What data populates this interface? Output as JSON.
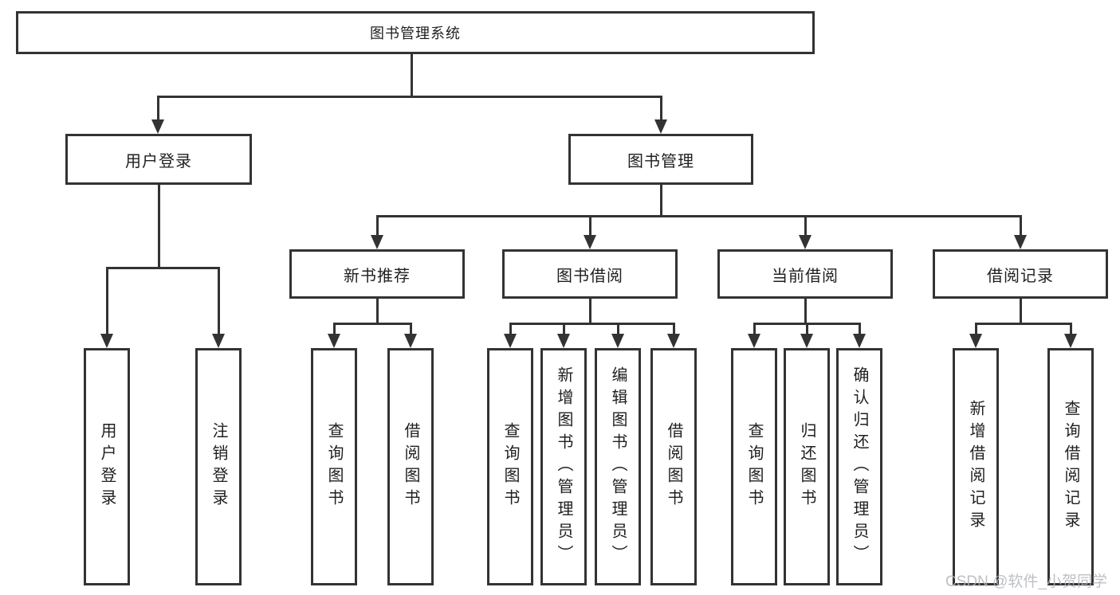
{
  "diagram": {
    "root": {
      "label": "图书管理系统"
    },
    "user_login": {
      "label": "用户登录",
      "children": [
        {
          "label": "用户登录"
        },
        {
          "label": "注销登录"
        }
      ]
    },
    "book_mgmt": {
      "label": "图书管理",
      "sections": [
        {
          "label": "新书推荐",
          "children": [
            {
              "label": "查询图书"
            },
            {
              "label": "借阅图书"
            }
          ]
        },
        {
          "label": "图书借阅",
          "children": [
            {
              "label": "查询图书"
            },
            {
              "label": "新增图书（管理员）"
            },
            {
              "label": "编辑图书（管理员）"
            },
            {
              "label": "借阅图书"
            }
          ]
        },
        {
          "label": "当前借阅",
          "children": [
            {
              "label": "查询图书"
            },
            {
              "label": "归还图书"
            },
            {
              "label": "确认归还（管理员）"
            }
          ]
        },
        {
          "label": "借阅记录",
          "children": [
            {
              "label": "新增借阅记录"
            },
            {
              "label": "查询借阅记录"
            }
          ]
        }
      ]
    }
  },
  "watermark": {
    "text": "CSDN @软件_小贺同学"
  },
  "colors": {
    "line": "#333333",
    "text": "#1f1f1f",
    "watermark": "#b3b6ba"
  }
}
